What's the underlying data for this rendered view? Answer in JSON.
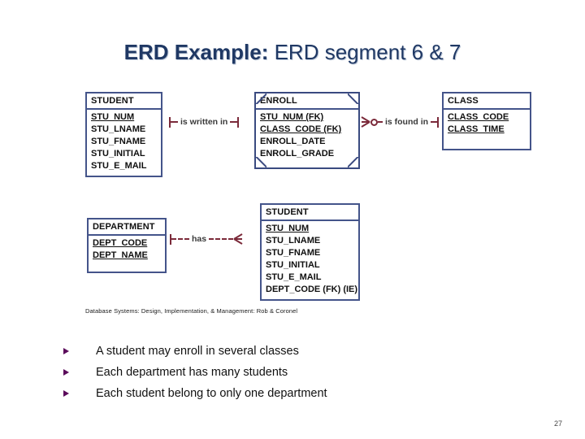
{
  "slide": {
    "title_bold": "ERD Example:",
    "title_rest": " ERD segment 6 & 7",
    "page_number": "27",
    "title_color": "#1F3864",
    "entity_border_color": "#44548A",
    "connector_color": "#7B2A3A",
    "bullet_color": "#5B0B5B"
  },
  "erd": {
    "caption": "Database Systems: Design, Implementation, & Management: Rob & Coronel",
    "entities": [
      {
        "id": "student-top",
        "name": "STUDENT",
        "weak": false,
        "attributes": [
          {
            "text": "STU_NUM",
            "pk": true
          },
          {
            "text": "STU_LNAME",
            "pk": false
          },
          {
            "text": "STU_FNAME",
            "pk": false
          },
          {
            "text": "STU_INITIAL",
            "pk": false
          },
          {
            "text": "STU_E_MAIL",
            "pk": false
          }
        ]
      },
      {
        "id": "enroll",
        "name": "ENROLL",
        "weak": true,
        "attributes": [
          {
            "text": "STU_NUM (FK)",
            "pk": true
          },
          {
            "text": "CLASS_CODE (FK)",
            "pk": true
          },
          {
            "text": "ENROLL_DATE",
            "pk": false
          },
          {
            "text": "ENROLL_GRADE",
            "pk": false
          }
        ]
      },
      {
        "id": "class",
        "name": "CLASS",
        "weak": false,
        "attributes": [
          {
            "text": "CLASS_CODE",
            "pk": true
          },
          {
            "text": "CLASS_TIME",
            "pk": true
          }
        ]
      },
      {
        "id": "department",
        "name": "DEPARTMENT",
        "weak": false,
        "attributes": [
          {
            "text": "DEPT_CODE",
            "pk": true
          },
          {
            "text": "DEPT_NAME",
            "pk": true
          }
        ]
      },
      {
        "id": "student-bottom",
        "name": "STUDENT",
        "weak": false,
        "attributes": [
          {
            "text": "STU_NUM",
            "pk": true
          },
          {
            "text": "STU_LNAME",
            "pk": false
          },
          {
            "text": "STU_FNAME",
            "pk": false
          },
          {
            "text": "STU_INITIAL",
            "pk": false
          },
          {
            "text": "STU_E_MAIL",
            "pk": false
          },
          {
            "text": "DEPT_CODE (FK) (IE)",
            "pk": false
          }
        ]
      }
    ],
    "relationships": [
      {
        "id": "is-written-in",
        "label": "is written in",
        "from": "STUDENT",
        "to": "ENROLL",
        "style": "solid",
        "left_end": "one",
        "right_end": "one"
      },
      {
        "id": "is-found-in",
        "label": "is found in",
        "from": "ENROLL",
        "to": "CLASS",
        "style": "solid",
        "left_end": "zero-or-many",
        "right_end": "one"
      },
      {
        "id": "has",
        "label": "has",
        "from": "DEPARTMENT",
        "to": "STUDENT",
        "style": "dashed",
        "left_end": "one",
        "right_end": "many"
      }
    ]
  },
  "bullets": [
    {
      "text": "A student may enroll in several classes"
    },
    {
      "text": "Each department has many students"
    },
    {
      "text": "Each student belong to only one department"
    }
  ]
}
